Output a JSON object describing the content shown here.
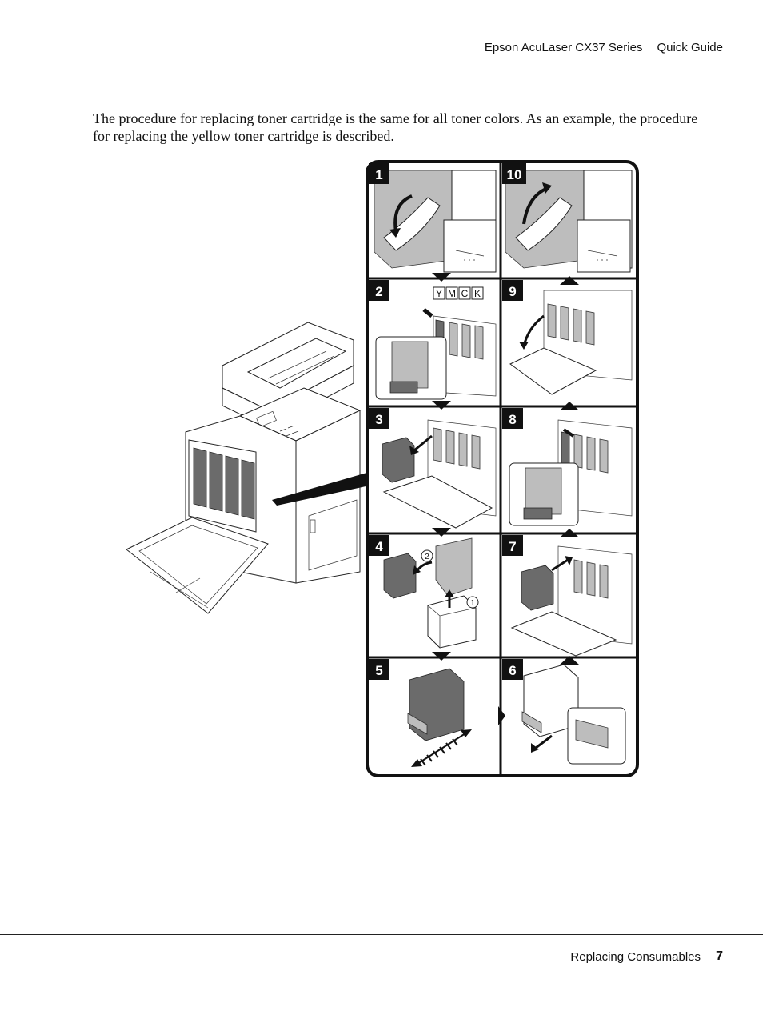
{
  "header": {
    "product": "Epson AcuLaser CX37 Series",
    "guide": "Quick Guide"
  },
  "intro": "The procedure for replacing toner cartridge is the same for all toner colors. As an example, the procedure for replacing the yellow toner cartridge is described.",
  "figure": {
    "steps": [
      "1",
      "2",
      "3",
      "4",
      "5",
      "6",
      "7",
      "8",
      "9",
      "10"
    ],
    "color_labels": [
      "Y",
      "M",
      "C",
      "K"
    ],
    "sub_steps": [
      "1",
      "2"
    ]
  },
  "footer": {
    "section": "Replacing Consumables",
    "page": "7"
  }
}
